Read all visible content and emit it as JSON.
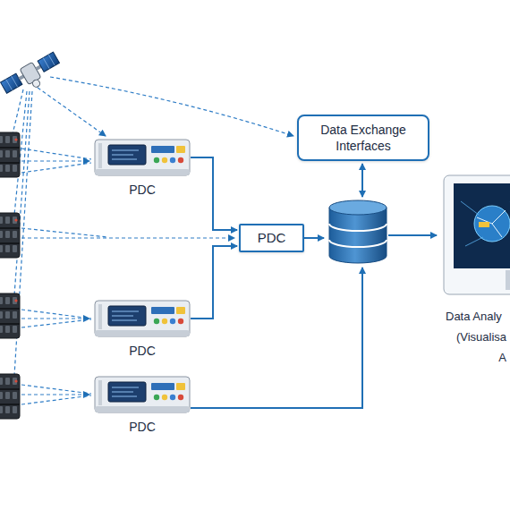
{
  "diagram": {
    "nodes": [
      {
        "text": [
          "PDC"
        ]
      },
      {
        "text": [
          "Data Exchange Interfaces"
        ]
      },
      {
        "text": [
          "PDC"
        ]
      },
      {
        "text": [
          "PDC"
        ]
      },
      {
        "text": [
          "PDC"
        ]
      },
      {
        "text": [
          "Data Analy",
          "(Visualisa",
          "A"
        ]
      }
    ],
    "edges": [
      {
        "from": 0,
        "to": 2,
        "arrow": "to"
      },
      {
        "from": 3,
        "to": 2,
        "arrow": "to"
      }
    ]
  }
}
